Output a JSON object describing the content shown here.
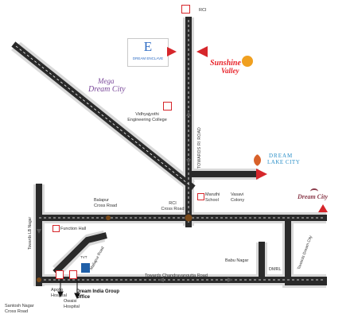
{
  "labels": {
    "rci_top": "RCI",
    "vidhyajyothi": "Vidhyajyothi\nEngineering College",
    "towards_ri_road": "TOWARDS RI ROAD",
    "balapur_cross": "Balapur\nCross Road",
    "rci_cross": "RCI\nCross Road",
    "maruthi_school": "Maruthi\nSchool",
    "vasavi_colony": "Vasavi\nColony",
    "function_hall": "Function Hall",
    "towards_lb_nagar": "Towards LB Nagar",
    "mallapur_road": "Mallapur Road",
    "tvt": "TVT",
    "badu_nagar": "Babu Nagar",
    "dmrl": "DMRL",
    "towards_dream_city": "Towards Dream City",
    "towards_chandrayangutta": "Towards Chandrayangutta Road",
    "apollo_hospital": "Apollo\nHospital",
    "owaisi_hospital": "Owaisi\nHospital",
    "dream_india_office": "Dream India Group\nOffice",
    "santosh_nagar": "Santosh Nagar\nCross Road"
  },
  "logos": {
    "dream_enclave": {
      "letter": "E",
      "name": "DREAM ENCLAVE"
    },
    "sunshine_valley": {
      "line1": "Sunshine",
      "line2": "Valley"
    },
    "mega_dream_city": {
      "line1": "Mega",
      "line2": "Dream City"
    },
    "dream_lake_city": {
      "line1": "DREAM",
      "line2": "LAKE CITY"
    },
    "dream_city": {
      "name": "Dream City"
    }
  },
  "colors": {
    "road": "#2a2a2a",
    "road_casing": "#d9d9d9",
    "marker_red": "#d6262b",
    "node": "#7a4a1a",
    "office_blue": "#1f5fa8",
    "arrow": "#555555"
  }
}
